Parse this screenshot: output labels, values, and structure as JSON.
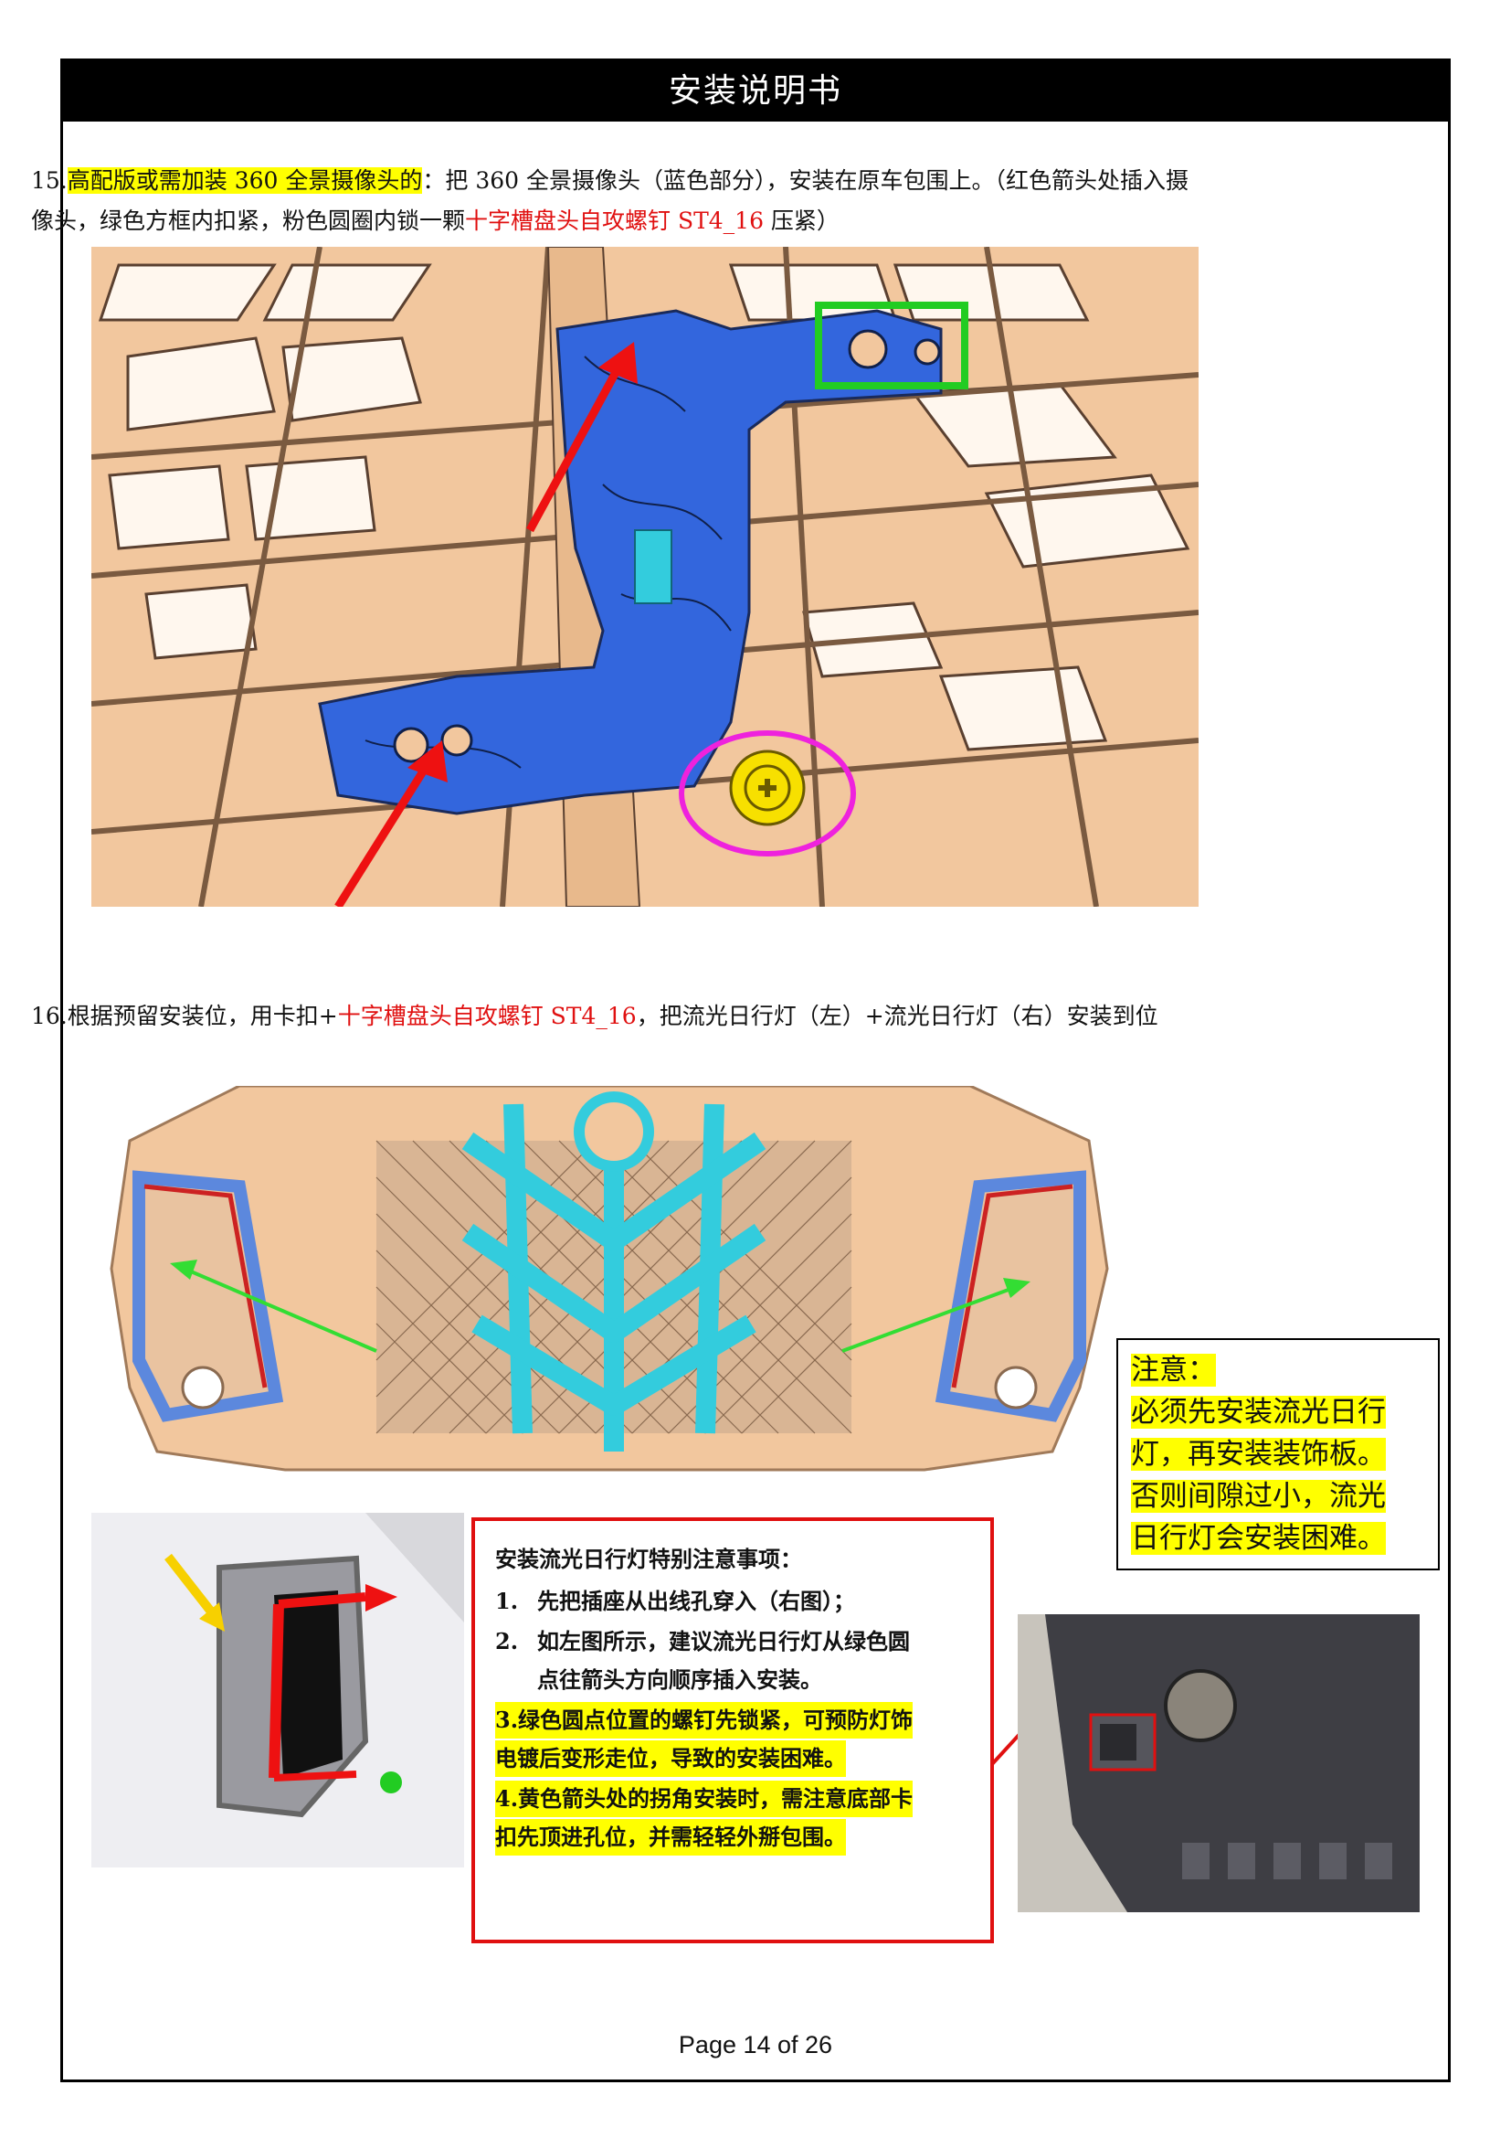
{
  "header": {
    "title": "安装说明书"
  },
  "step15": {
    "number": "15.",
    "highlight": "高配版或需加装 360 全景摄像头的",
    "text_a": "：把 360 全景摄像头（蓝色部分），安装在原车包围上。（红色箭头处插入摄",
    "text_b": "像头，绿色方框内扣紧，粉色圆圈内锁一颗",
    "red_part": "十字槽盘头自攻螺钉  ST4_16",
    "text_c": " 压紧）"
  },
  "step16": {
    "prefix": "16.根据预留安装位，用卡扣+",
    "red_part": "十字槽盘头自攻螺钉  ST4_16",
    "suffix": "，把流光日行灯（左）+流光日行灯（右）安装到位"
  },
  "note": {
    "label": "注意：",
    "lines": [
      "必须先安装流光日行",
      "灯，再安装装饰板。",
      "否则间隙过小，流光",
      "日行灯会安装困难。"
    ]
  },
  "warning": {
    "title": "安装流光日行灯特别注意事项：",
    "item1_num": "1.",
    "item1": "先把插座从出线孔穿入（右图）；",
    "item2_num": "2.",
    "item2_a": "如左图所示，建议流光日行灯从绿色圆",
    "item2_b": "点往箭头方向顺序插入安装。",
    "item3_a": "3.绿色圆点位置的螺钉先锁紧，可预防灯饰",
    "item3_b": "电镀后变形走位，导致的安装困难。",
    "item4_a": "4.黄色箭头处的拐角安装时，需注意底部卡",
    "item4_b": "扣先顶进孔位，并需轻轻外掰包围。"
  },
  "footer": {
    "page": "Page 14 of 26"
  },
  "colors": {
    "red": "#e01010",
    "highlight": "#ffff00",
    "part_blue": "#3366dd",
    "part_cyan": "#33ccdd",
    "beige": "#f2c79e"
  }
}
